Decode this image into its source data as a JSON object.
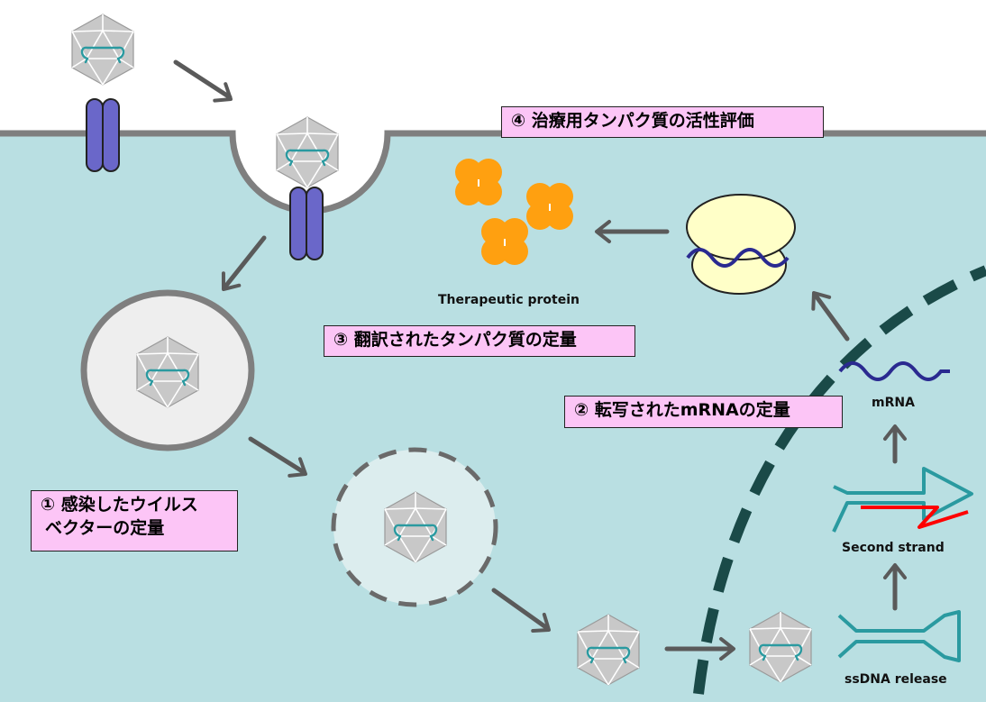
{
  "labels": {
    "step1_line1": "① 感染したウイルス",
    "step1_line2": "ベクターの定量",
    "step2": "② 転写されたmRNAの定量",
    "step3": "③ 翻訳されたタンパク質の定量",
    "step4": "④ 治療用タンパク質の活性評価",
    "therapeutic_protein": "Therapeutic protein",
    "mrna": "mRNA",
    "second_strand": "Second strand",
    "ssdna_release": "ssDNA release"
  },
  "colors": {
    "cell_cytoplasm": "#b9dfe2",
    "membrane": "#7f7f7f",
    "nuclear_envelope": "#1a4a48",
    "receptor": "#6a67c9",
    "capsid": "#c8c8c8",
    "genome": "#2a9aa0",
    "protein": "#ffa010",
    "ribosome": "#ffffc8",
    "mrna": "#2a2a90",
    "second_strand": "#ff0000",
    "label_box": "#fcc5f6"
  }
}
